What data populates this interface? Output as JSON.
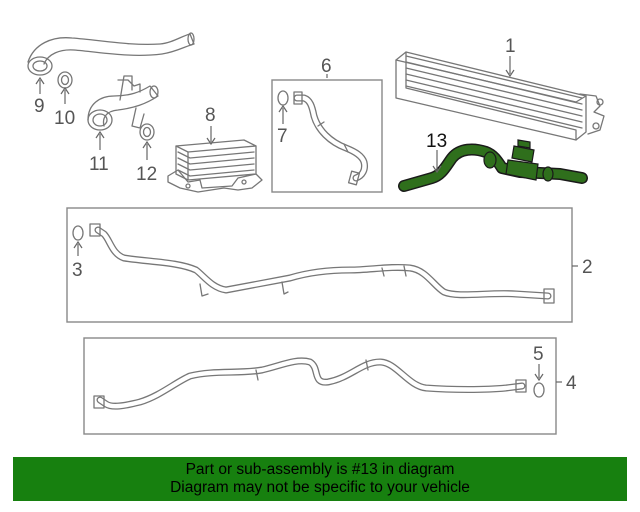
{
  "callouts": {
    "c1": "1",
    "c2": "2",
    "c3": "3",
    "c4": "4",
    "c5": "5",
    "c6": "6",
    "c7": "7",
    "c8": "8",
    "c9": "9",
    "c10": "10",
    "c11": "11",
    "c12": "12",
    "c13": "13"
  },
  "highlight_color": "#2f6f1c",
  "banner": {
    "line1": "Part or sub-assembly is #13 in diagram",
    "line2": "Diagram may not be specific to your vehicle",
    "color": "#17800f"
  }
}
